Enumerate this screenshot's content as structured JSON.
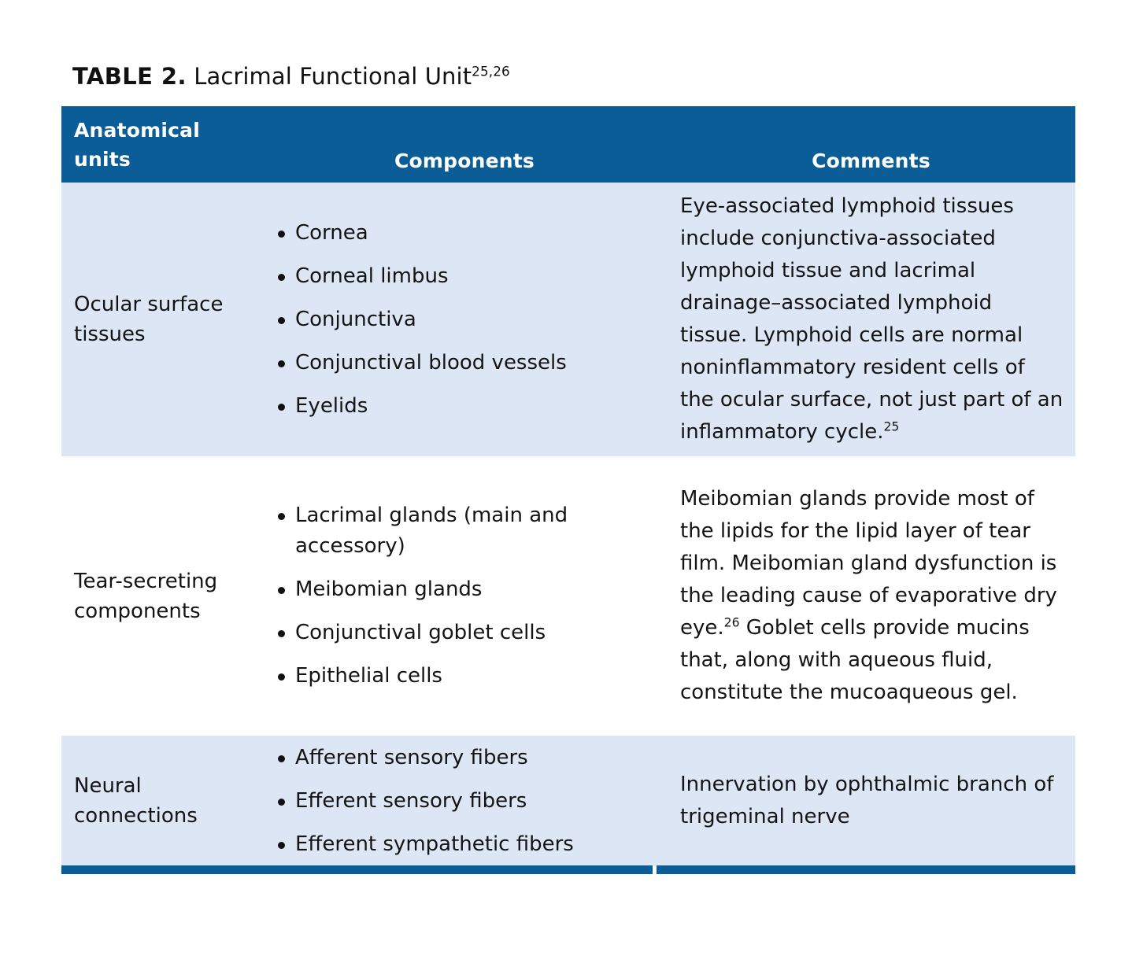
{
  "caption": {
    "label": "TABLE 2.",
    "title": "Lacrimal Functional Unit",
    "superscript": "25,26"
  },
  "colors": {
    "header_blue": "#0a5d96",
    "row_shade": "#dde6f5",
    "text": "#141414",
    "page_background": "#ffffff"
  },
  "table": {
    "headers": {
      "units": "Anatomical\nunits",
      "units_line1": "Anatomical",
      "units_line2": "units",
      "components": "Components",
      "comments": "Comments"
    },
    "rows": [
      {
        "shaded": true,
        "unit": "Ocular surface tissues",
        "components": [
          "Cornea",
          "Corneal limbus",
          "Conjunctiva",
          "Conjunctival blood vessels",
          "Eyelids"
        ],
        "comment": "Eye-associated lymphoid tissues include conjunctiva-associated lymphoid tissue and lacrimal drainage–associated lymphoid tissue. Lymphoid cells are normal noninflammatory resident cells of the ocular surface, not just part of an inflammatory cycle.",
        "comment_superscript": "25"
      },
      {
        "shaded": false,
        "unit": "Tear-secreting components",
        "components": [
          "Lacrimal glands (main and accessory)",
          "Meibomian glands",
          "Conjunctival goblet cells",
          "Epithelial cells"
        ],
        "comment_part1": "Meibomian glands provide most of the lipids for the lipid layer of tear film. Meibomian gland dysfunction is the leading cause of evaporative dry eye.",
        "comment_superscript": "26",
        "comment_part2": " Goblet cells provide mucins that, along with aqueous fluid, constitute the mucoaqueous gel."
      },
      {
        "shaded": true,
        "unit": "Neural connections",
        "components": [
          "Afferent sensory fibers",
          "Efferent sensory fibers",
          "Efferent sympathetic fibers"
        ],
        "comment": "Innervation by ophthalmic branch of trigeminal nerve"
      }
    ]
  }
}
